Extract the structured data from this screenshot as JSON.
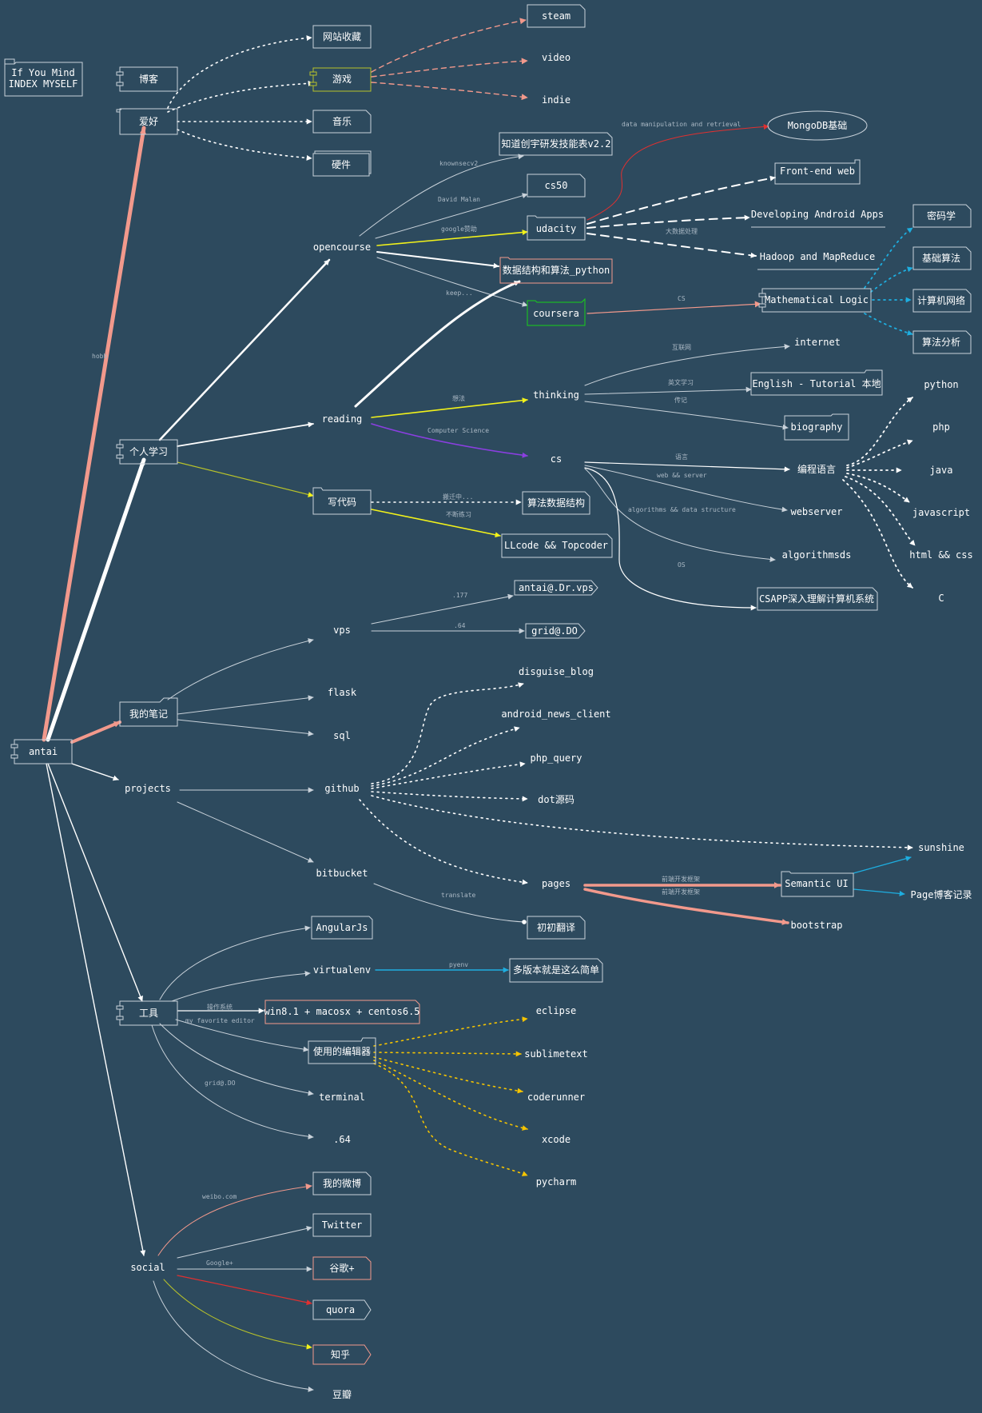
{
  "colors": {
    "background": "#2d4a5e",
    "white": "#ffffff",
    "gray": "#c9d2da",
    "salmon": "#f2998c",
    "yellow": "#f2f21a",
    "gold": "#f5c400",
    "purple": "#8a3fe0",
    "blue": "#1eaee0",
    "red": "#e03030",
    "green": "#18d018",
    "olive": "#b8c22a"
  },
  "title": "If You Mind\nINDEX MYSELF",
  "nodes": {
    "antai": "antai",
    "boke": "博客",
    "aihao": "爱好",
    "wangzhan": "网站收藏",
    "youxi": "游戏",
    "yinyue": "音乐",
    "yingjian": "硬件",
    "steam": "steam",
    "video": "video",
    "indie": "indie",
    "gerenxuexi": "个人学习",
    "opencourse": "opencourse",
    "reading": "reading",
    "xiedaima": "写代码",
    "zhidao": "知道创宇研发技能表v2.2",
    "cs50": "cs50",
    "udacity": "udacity",
    "shujujiegou": "数据结构和算法_python",
    "coursera": "coursera",
    "mongodb": "MongoDB基础",
    "frontend": "Front-end web",
    "android": "Developing Android Apps",
    "hadoop": "Hadoop and MapReduce",
    "mathlogic": "Mathematical Logic",
    "mimaxue": "密码学",
    "jichusuanfa": "基础算法",
    "jisuanjiwangluo": "计算机网络",
    "suanfafenxi": "算法分析",
    "thinking": "thinking",
    "internet": "internet",
    "english": "English - Tutorial 本地",
    "biography": "biography",
    "cs": "cs",
    "bianchengyuyan": "编程语言",
    "webserver": "webserver",
    "algorithmsds": "algorithmsds",
    "csapp": "CSAPP深入理解计算机系统",
    "python": "python",
    "php": "php",
    "java": "java",
    "javascript": "javascript",
    "htmlcss": "html && css",
    "c": "C",
    "suanfashuju": "算法数据结构",
    "llcode": "LLcode && Topcoder",
    "wodebiji": "我的笔记",
    "vps": "vps",
    "flask": "flask",
    "sql": "sql",
    "antaivps": "antai@.Dr.vps",
    "griddo": "grid@.DO",
    "projects": "projects",
    "github": "github",
    "bitbucket": "bitbucket",
    "disguise": "disguise_blog",
    "androidnews": "android_news_client",
    "phpquery": "php_query",
    "dot": "dot源码",
    "sunshine": "sunshine",
    "pages": "pages",
    "semanticui": "Semantic UI",
    "pageboke": "Page博客记录",
    "bootstrap": "bootstrap",
    "chuchufanyi": "初初翻译",
    "gongju": "工具",
    "angularjs": "AngularJs",
    "virtualenv": "virtualenv",
    "duoban": "多版本就是这么简单",
    "win": "win8.1 + macosx + centos6.5",
    "bianjiqi": "使用的编辑器",
    "terminal": "terminal",
    "dot64": ".64",
    "eclipse": "eclipse",
    "sublime": "sublimetext",
    "coderunner": "coderunner",
    "xcode": "xcode",
    "pycharm": "pycharm",
    "social": "social",
    "weibo": "我的微博",
    "twitter": "Twitter",
    "guge": "谷歌+",
    "quora": "quora",
    "zhihu": "知乎",
    "douban": "豆瓣"
  },
  "edge_labels": {
    "hobby": "hobb",
    "knownsec": "knownsecv2",
    "davidmalan": "David Malan",
    "google": "google赞助",
    "keep": "keep...",
    "datamanip": "data manipulation and retrieval",
    "bigdata": "大数据处理",
    "cs": "CS",
    "hulianwang": "互联网",
    "yingwen": "英文学习",
    "zhuanji": "传记",
    "xiangfa": "想法",
    "computerscience": "Computer Science",
    "yuyan": "语言",
    "webserver": "web && server",
    "algods": "algorithms && data structure",
    "os": "OS",
    "ganqian": "搬迁中...",
    "buduan": "不断练习",
    "v177": ".177",
    "v64": ".64",
    "frontend1": "前端开发框架",
    "frontend2": "前端开发框架",
    "translate": "translate",
    "pyenv": "pyenv",
    "caozuo": "操作系统",
    "editor": "my favorite editor",
    "griddo": "grid@.DO",
    "weibocom": "weibo.com",
    "googleplus": "Google+"
  }
}
